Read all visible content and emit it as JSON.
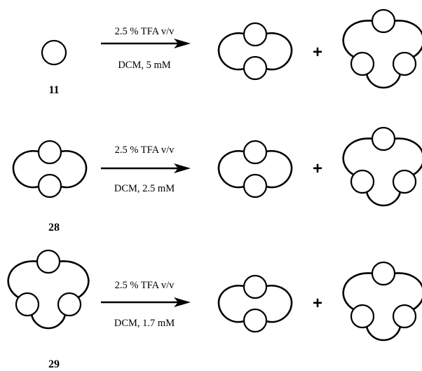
{
  "reactions": [
    {
      "compound_label": "11",
      "reagent": "2.5 % TFA v/v",
      "conditions": "DCM, 5 mM",
      "plus": "+"
    },
    {
      "compound_label": "28",
      "reagent": "2.5 % TFA v/v",
      "conditions": "DCM, 2.5 mM",
      "plus": "+"
    },
    {
      "compound_label": "29",
      "reagent": "2.5 % TFA v/v",
      "conditions": "DCM, 1.7 mM",
      "plus": "+"
    }
  ]
}
